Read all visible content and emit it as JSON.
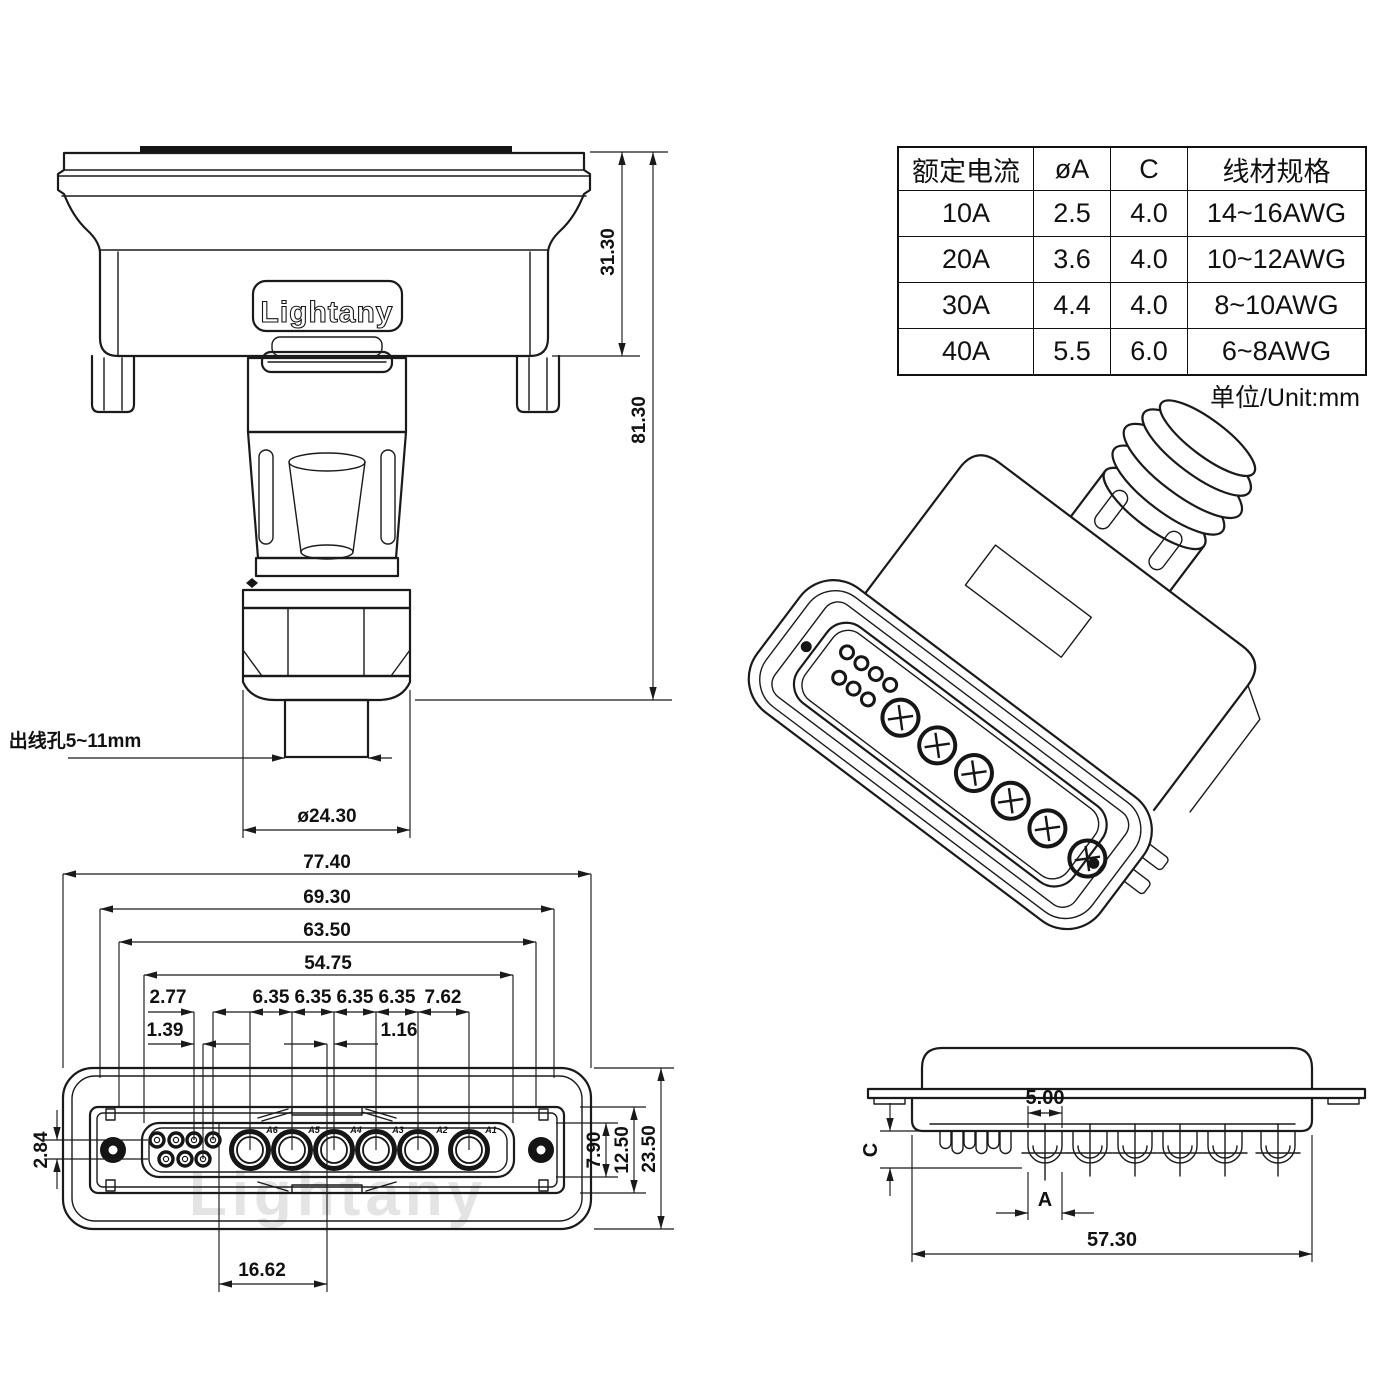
{
  "table": {
    "headers": [
      "额定电流",
      "øA",
      "C",
      "线材规格"
    ],
    "rows": [
      [
        "10A",
        "2.5",
        "4.0",
        "14~16AWG"
      ],
      [
        "20A",
        "3.6",
        "4.0",
        "10~12AWG"
      ],
      [
        "30A",
        "4.4",
        "4.0",
        "8~10AWG"
      ],
      [
        "40A",
        "5.5",
        "6.0",
        "6~8AWG"
      ]
    ],
    "unit_note": "单位/Unit:mm"
  },
  "top_view": {
    "logo": "Lightany",
    "dim_hood_height": "31.30",
    "dim_total_height": "81.30",
    "cable_hole_note": "出线孔5~11mm",
    "dim_gland_diameter": "ø24.30"
  },
  "front_view": {
    "watermark": "Lightany",
    "dim_overall_width": "77.40",
    "dim_flange_width": "69.30",
    "dim_screw_span": "63.50",
    "dim_insert_width": "54.75",
    "pitch": [
      "2.77",
      "6.35",
      "6.35",
      "6.35",
      "6.35",
      "7.62"
    ],
    "dim_row_offset": "1.39",
    "dim_center_offset": "1.16",
    "dim_center_span": "16.62",
    "dim_row_gap": "2.84",
    "dim_insert_height": "7.90",
    "dim_panel_height": "12.50",
    "dim_overall_height": "23.50",
    "contacts": [
      "A6",
      "A5",
      "A4",
      "A3",
      "A2",
      "A1"
    ]
  },
  "side_view": {
    "dim_cup_pitch": "5.00",
    "dim_a": "A",
    "dim_c": "C",
    "dim_overall_width": "57.30"
  }
}
